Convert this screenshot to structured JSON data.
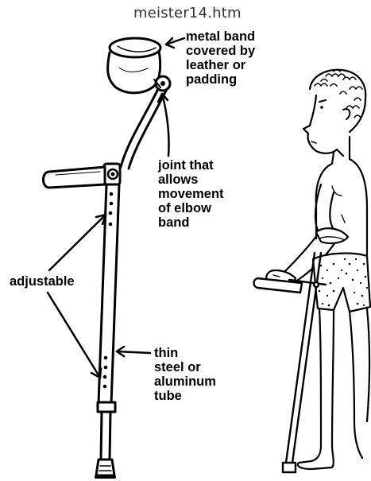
{
  "page": {
    "caption": "meister14.htm"
  },
  "labels": {
    "band": "metal band\ncovered by\nleather or\npadding",
    "joint": "joint that\nallows\nmovement\nof elbow\nband",
    "adjustable": "adjustable",
    "tube": "thin\nsteel or\naluminum\ntube"
  }
}
